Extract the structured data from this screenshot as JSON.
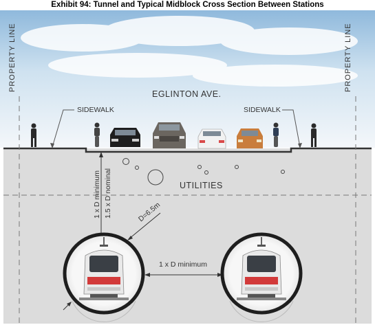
{
  "title": "Exhibit 94: Tunnel and Typical Midblock Cross Section Between Stations",
  "street_name": "EGLINTON  AVE.",
  "property_line_left": "PROPERTY  LINE",
  "property_line_right": "PROPERTY  LINE",
  "sidewalk_left": "SIDEWALK",
  "sidewalk_right": "SIDEWALK",
  "utilities": "UTILITIES",
  "depth_minimum": "1 x D minimum",
  "depth_nominal": "1.5 x D nominal",
  "diameter": "D=6.5m",
  "tunnel_spacing": "1 x D minimum",
  "colors": {
    "sky": "#bcd8ec",
    "ground": "#dcdcdc",
    "tunnel_ring": "#222222",
    "train_stripe": "#d23a3a"
  },
  "vehicles": [
    "cyclist-left",
    "car-black",
    "pickup-truck",
    "car-white",
    "car-orange",
    "cyclist-right"
  ],
  "pedestrians": [
    "pedestrian-left",
    "pedestrian-right"
  ]
}
